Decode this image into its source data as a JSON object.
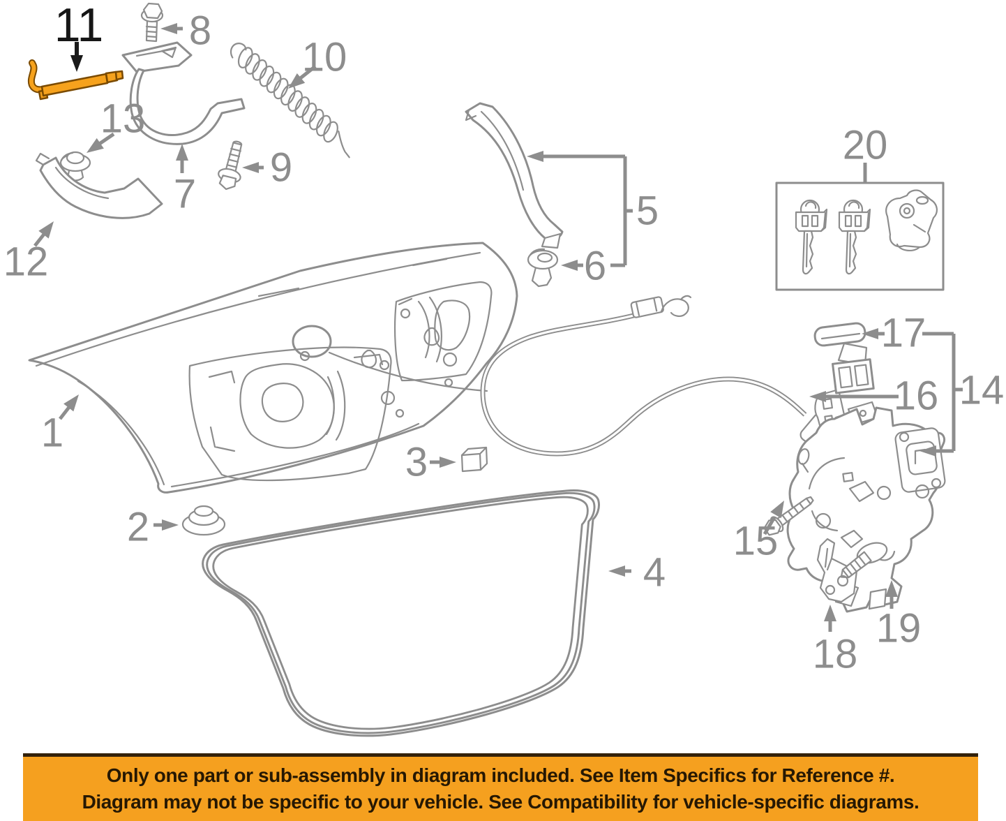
{
  "colors": {
    "line": "#8d8d8d",
    "highlight": "#F6A21D",
    "highlight_outline": "#7A4A00",
    "highlight_label": "#161616",
    "banner_bg": "#F5A01F",
    "banner_text": "#261803"
  },
  "labels": {
    "l1": "1",
    "l2": "2",
    "l3": "3",
    "l4": "4",
    "l5": "5",
    "l6": "6",
    "l7": "7",
    "l8": "8",
    "l9": "9",
    "l10": "10",
    "l11": "11",
    "l12": "12",
    "l13": "13",
    "l14": "14",
    "l15": "15",
    "l16": "16",
    "l17": "17",
    "l18": "18",
    "l19": "19",
    "l20": "20"
  },
  "banner": {
    "line1": "Only one part or sub-assembly in diagram included. See Item Specifics for Reference #.",
    "line2": "Diagram may not be specific to your vehicle. See Compatibility for vehicle-specific diagrams."
  }
}
